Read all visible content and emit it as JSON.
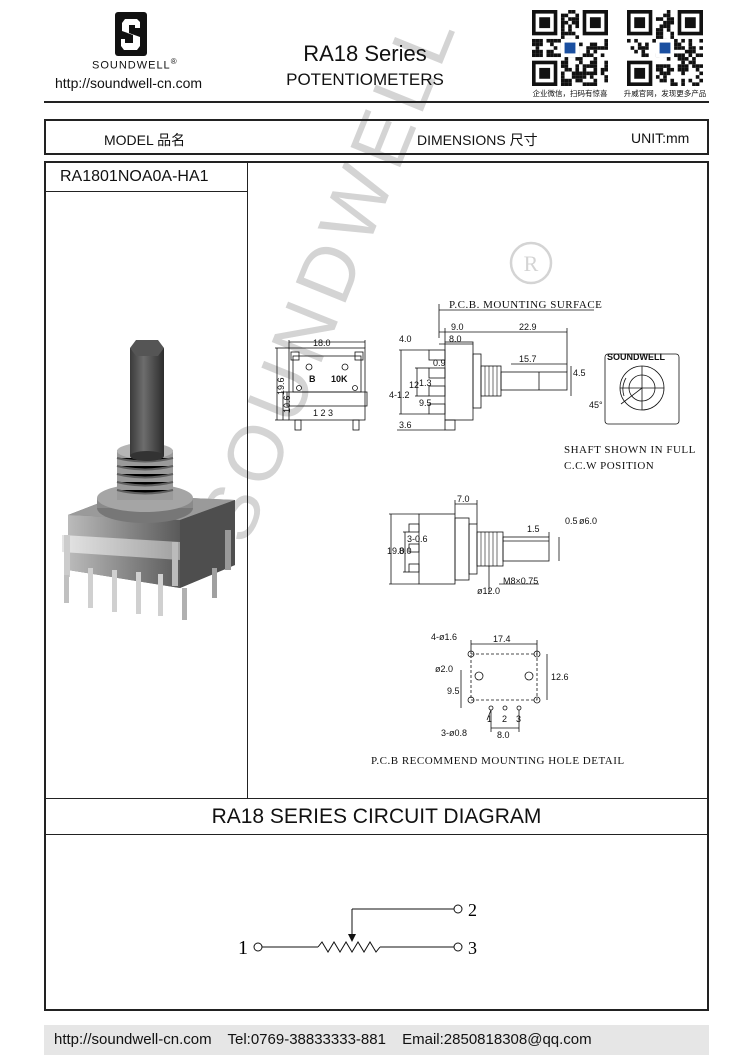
{
  "header": {
    "brand": "SOUNDWELL",
    "registered": "®",
    "website": "http://soundwell-cn.com",
    "series_title": "RA18 Series",
    "product_type": "POTENTIOMETERS",
    "qr_captions": [
      "企业微信，扫码有惊喜",
      "升威官网，发现更多产品"
    ]
  },
  "info_bar": {
    "model_label": "MODEL 品名",
    "dimensions_label": "DIMENSIONS 尺寸",
    "unit_label": "UNIT:mm"
  },
  "model_number": "RA1801NOA0A-HA1",
  "drawing": {
    "pcb_surface_note": "P.C.B. MOUNTING SURFACE",
    "shaft_note_1": "SHAFT SHOWN IN FULL",
    "shaft_note_2": "C.C.W POSITION",
    "pcb_hole_note": "P.C.B RECOMMEND MOUNTING HOLE DETAIL",
    "front_view": {
      "width": "18.0",
      "height_outer": "19.6",
      "height_inner": "10.6",
      "marking_b": "B",
      "marking_10k": "10K",
      "pins": "1 2 3"
    },
    "side_view": {
      "d9": "9.0",
      "d8": "8.0",
      "d22_9": "22.9",
      "d15_7": "15.7",
      "d4_5": "4.5",
      "d4": "4.0",
      "d4_1_2": "4-1.2",
      "d12": "12",
      "d0_9": "0.9",
      "d1_3": "1.3",
      "d9_5": "9.5",
      "d3_6": "3.6"
    },
    "knob_view": {
      "brand": "SOUNDWELL",
      "angle": "45°"
    },
    "section_view": {
      "d7": "7.0",
      "d19": "19.0",
      "d8": "8.0",
      "d3_0_6": "3-0.6",
      "d1_5": "1.5",
      "d0_5": "0.5",
      "shaft_dia": "ø6.0",
      "bush_dia": "ø12.0",
      "thread": "M8×0.75"
    },
    "hole_view": {
      "d4_1_6": "4-ø1.6",
      "d17_4": "17.4",
      "d2_0": "ø2.0",
      "d12_6": "12.6",
      "d9_5": "9.5",
      "d3_0_8": "3-ø0.8",
      "d8": "8.0",
      "pins": [
        "1",
        "2",
        "3"
      ]
    }
  },
  "circuit": {
    "title": "RA18 SERIES CIRCUIT DIAGRAM",
    "pin1": "1",
    "pin2": "2",
    "pin3": "3"
  },
  "watermark": "SOUNDWELL",
  "footer": {
    "website": "http://soundwell-cn.com",
    "tel": "Tel:0769-38833333-881",
    "email": "Email:2850818308@qq.com"
  }
}
